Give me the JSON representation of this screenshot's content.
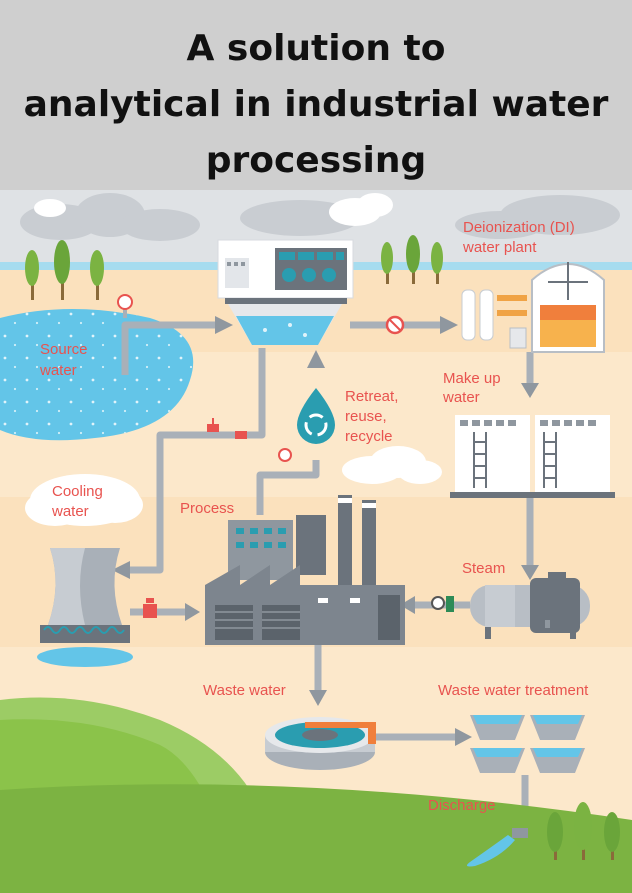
{
  "title": {
    "line1": "A solution to",
    "line2": "analytical in industrial water",
    "line3": "processing"
  },
  "labels": {
    "source_water_1": "Source",
    "source_water_2": "water",
    "deionization_1": "Deionization (DI)",
    "deionization_2": "water plant",
    "makeup_1": "Make up",
    "makeup_2": "water",
    "retreat_1": "Retreat,",
    "retreat_2": "reuse,",
    "retreat_3": "recycle",
    "cooling_1": "Cooling",
    "cooling_2": "water",
    "process": "Process",
    "steam": "Steam",
    "waste_water": "Waste water",
    "waste_water_treatment": "Waste water treatment",
    "discharge": "Discharge"
  },
  "colors": {
    "label": "#e8534f",
    "pipe": "#a9b0b8",
    "sky": "#d9dcdf",
    "sand": "#fbe2bf",
    "sand_dark": "#f7d3a3",
    "water": "#5cc3e8",
    "grass": "#7cb342",
    "accent_red": "#e8534f",
    "accent_teal": "#2a9db0"
  },
  "icons": {
    "recycle": "recycle-icon",
    "valve": "valve-icon",
    "gauge": "pressure-gauge-icon"
  }
}
